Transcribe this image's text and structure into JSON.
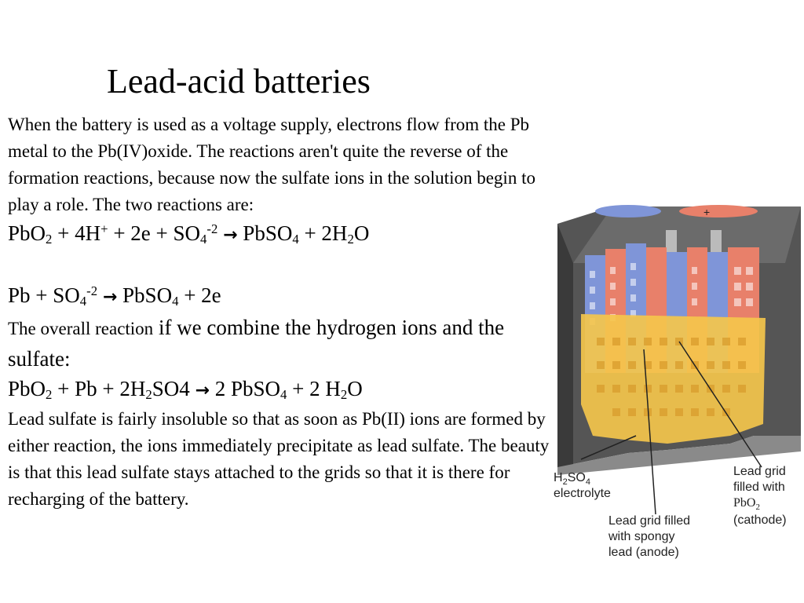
{
  "slide": {
    "title": "Lead-acid batteries",
    "intro": "When the battery is used as a voltage supply, electrons flow from the Pb metal to the Pb(IV)oxide. The reactions aren't quite the reverse of the formation reactions, because now the sulfate ions in the solution begin to play a role. The two reactions are:",
    "eq1": {
      "t1": "PbO",
      "s1": "2",
      "t2": " + 4H",
      "p1": "+",
      "t3": " + 2e + SO",
      "s2": "4",
      "p2": "-2",
      "arrow": "→",
      "t4": " PbSO",
      "s3": "4",
      "t5": " + 2H",
      "s4": "2",
      "t6": "O"
    },
    "eq2": {
      "t1": "Pb + SO",
      "s1": "4",
      "p1": "-2",
      "arrow": "→",
      "t2": " PbSO",
      "s2": "4",
      "t3": " + 2e"
    },
    "overall": {
      "small": "The overall reaction",
      "big": " if we combine the hydrogen ions and the sulfate:"
    },
    "eq3": {
      "t1": "PbO",
      "s1": "2",
      "t2": " + Pb + 2H",
      "s2": "2",
      "t3": "SO4 ",
      "arrow": "→",
      "t4": " 2 PbSO",
      "s3": "4",
      "t5": " + 2 H",
      "s4": "2",
      "t6": "O"
    },
    "closing": "Lead sulfate is fairly insoluble so that as soon as Pb(II) ions are formed by either reaction, the ions immediately precipitate as lead sulfate. The beauty is that this lead sulfate stays attached to the grids so that it is there for recharging of the battery."
  },
  "figure": {
    "terminal_sign": "+",
    "electrolyte": {
      "line1_a": "H",
      "line1_sub1": "2",
      "line1_b": "SO",
      "line1_sub2": "4",
      "line2": "electrolyte"
    },
    "cathode": {
      "line1": "Lead grid",
      "line2": "filled with",
      "line3_a": "PbO",
      "line3_sub": "2",
      "line4": "(cathode)"
    },
    "anode": {
      "line1": "Lead grid filled",
      "line2": "with spongy",
      "line3": "lead (anode)"
    },
    "colors": {
      "case": "#5a5a5a",
      "cathode_plate": "#e8806a",
      "anode_plate": "#7f95d8",
      "electrolyte": "#f4c64c"
    }
  }
}
